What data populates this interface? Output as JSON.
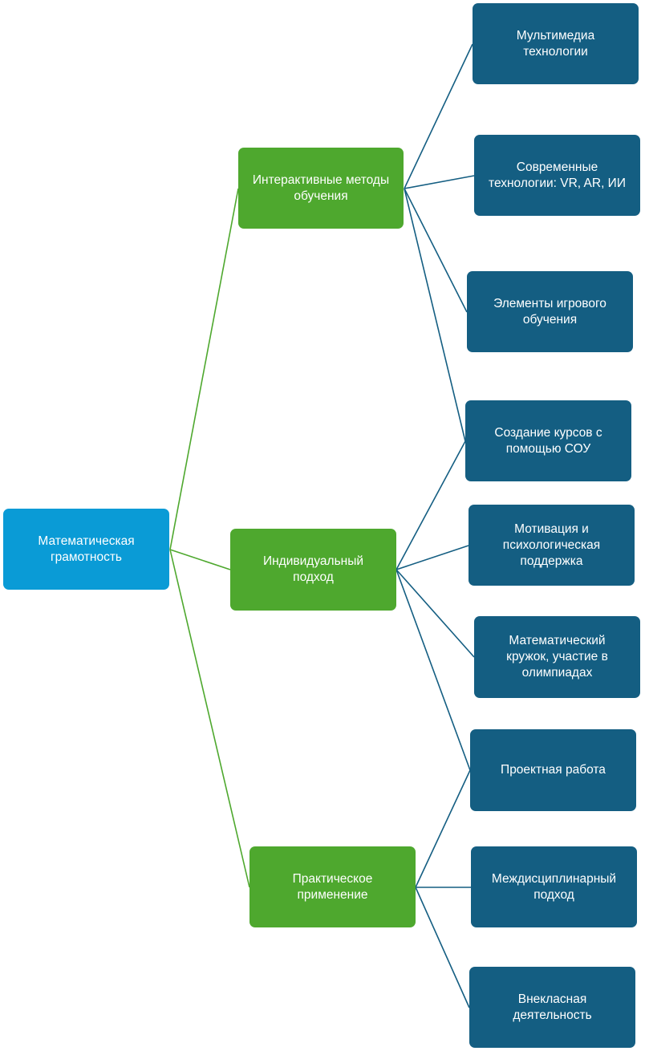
{
  "colors": {
    "root": "#0a9bd6",
    "branch": "#4ea82e",
    "leaf": "#145e82"
  },
  "root": {
    "label": "Математическая\nграмотность"
  },
  "branches": [
    {
      "label": "Интерактивные методы\nобучения",
      "leaves": [
        {
          "label": "Мультимедиа\nтехнологии"
        },
        {
          "label": "Современные\nтехнологии: VR, AR, ИИ"
        },
        {
          "label": "Элементы игрового\nобучения"
        },
        {
          "label": "Создание курсов с\nпомощью СОУ"
        }
      ]
    },
    {
      "label": "Индивидуальный\nподход",
      "leaves": [
        {
          "label": "Мотивация и\nпсихологическая\nподдержка"
        },
        {
          "label": "Математический\nкружок, участие в\nолимпиадах"
        },
        {
          "label": "Проектная работа"
        }
      ]
    },
    {
      "label": "Практическое\nприменение",
      "leaves": [
        {
          "label": "Междисциплинарный\nподход"
        },
        {
          "label": "Внекласная\nдеятельность"
        }
      ]
    }
  ]
}
